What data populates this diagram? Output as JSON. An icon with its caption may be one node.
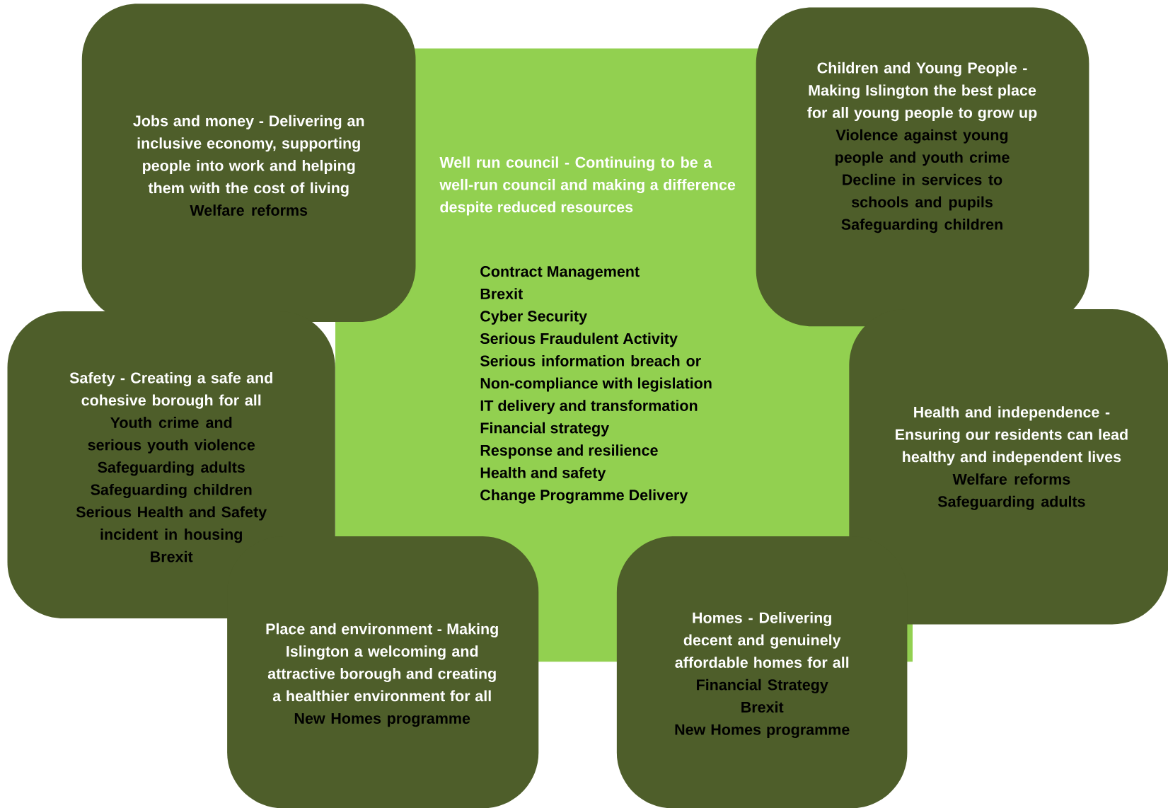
{
  "diagram": {
    "nodes": [
      {
        "text": [
          "Well run council - Continuing to be a well-run council and making a difference despite reduced resources",
          "Contract Management",
          "Brexit",
          "Cyber Security",
          "Serious Fraudulent Activity",
          "Serious information breach or Non-compliance with legislation",
          "IT delivery and transformation",
          "Financial strategy",
          "Response and resilience",
          "Health and safety",
          "Change Programme Delivery"
        ]
      },
      {
        "text": [
          "Jobs and money - Delivering an inclusive economy, supporting people into work and helping them with the cost of living",
          "Welfare reforms"
        ]
      },
      {
        "text": [
          "Children and Young People - Making Islington the best place for all young people to grow up",
          "Violence against young people and youth crime",
          "Decline in services to schools and pupils",
          "Safeguarding children"
        ]
      },
      {
        "text": [
          "Safety - Creating a safe and cohesive borough for all",
          "Youth crime and serious youth violence",
          "Safeguarding adults",
          "Safeguarding children",
          "Serious Health and Safety incident in housing",
          "Brexit"
        ]
      },
      {
        "text": [
          "Health and independence - Ensuring our residents can lead healthy and independent lives",
          "Welfare reforms",
          "Safeguarding adults"
        ]
      },
      {
        "text": [
          "Place and environment - Making Islington a welcoming and attractive borough and creating a healthier environment for all",
          "New Homes programme"
        ]
      },
      {
        "text": [
          "Homes - Delivering decent and genuinely affordable homes for all",
          "Financial Strategy",
          "Brexit",
          "New Homes programme"
        ]
      }
    ]
  }
}
